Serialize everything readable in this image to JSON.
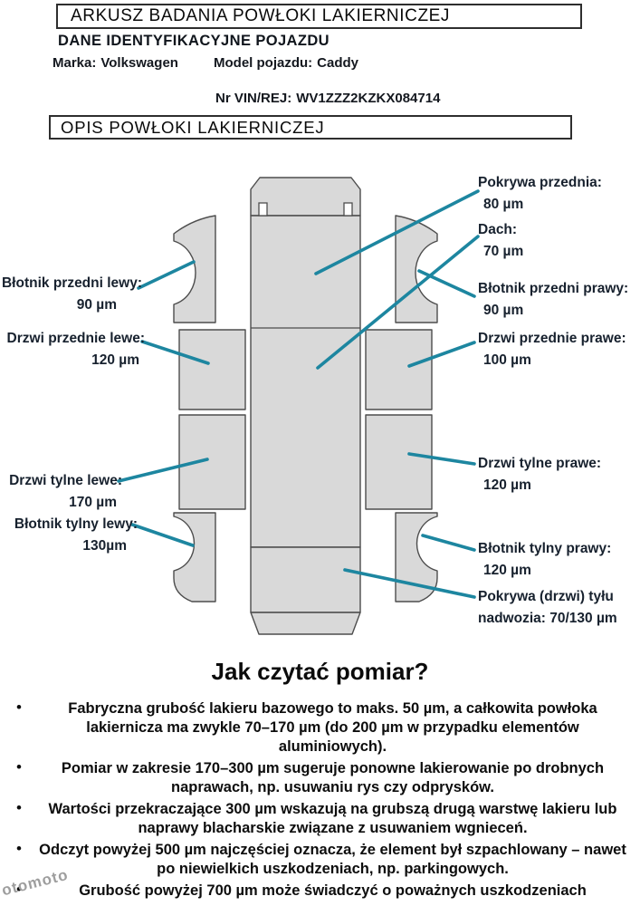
{
  "theme": {
    "accent": "#1d86a0",
    "part_fill": "#d9d9d9",
    "ink": "#17212e"
  },
  "header": {
    "title": "ARKUSZ BADANIA POWŁOKI LAKIERNICZEJ",
    "vehicle_section": "DANE IDENTYFIKACYJNE POJAZDU",
    "make_label": "Marka:",
    "make_value": "Volkswagen",
    "model_label": "Model pojazdu:",
    "model_value": "Caddy",
    "vin_label": "Nr VIN/REJ:",
    "vin_value": "WV1ZZZ2KZKX084714",
    "coating_section": "OPIS POWŁOKI LAKIERNICZEJ"
  },
  "diagram": {
    "labels": {
      "pokrywa_przednia": {
        "name": "Pokrywa przednia:",
        "value": "80 µm"
      },
      "dach": {
        "name": "Dach:",
        "value": "70 µm"
      },
      "blotnik_przedni_lewy": {
        "name": "Błotnik przedni lewy:",
        "value": "90 µm"
      },
      "blotnik_przedni_prawy": {
        "name": "Błotnik przedni prawy:",
        "value": "90 µm"
      },
      "drzwi_przednie_lewe": {
        "name": "Drzwi przednie lewe:",
        "value": "120 µm"
      },
      "drzwi_przednie_prawe": {
        "name": "Drzwi przednie prawe:",
        "value": "100 µm"
      },
      "drzwi_tylne_lewe": {
        "name": "Drzwi tylne lewe:",
        "value": "170 µm"
      },
      "drzwi_tylne_prawe": {
        "name": "Drzwi tylne prawe:",
        "value": "120 µm"
      },
      "blotnik_tylny_lewy": {
        "name": "Błotnik tylny lewy:",
        "value": "130µm"
      },
      "blotnik_tylny_prawy": {
        "name": "Błotnik tylny prawy:",
        "value": "120 µm"
      },
      "pokrywa_tylu": {
        "name": "Pokrywa (drzwi) tyłu",
        "value": "nadwozia: 70/130 µm"
      }
    }
  },
  "how_to": {
    "title": "Jak czytać pomiar?",
    "bullets": [
      "Fabryczna grubość lakieru bazowego to maks. 50 µm, a całkowita powłoka lakiernicza ma zwykle 70–170 µm (do 200 µm w przypadku elementów aluminiowych).",
      "Pomiar w zakresie 170–300 µm sugeruje ponowne lakierowanie po drobnych naprawach, np. usuwaniu rys czy odprysków.",
      "Wartości przekraczające 300 µm wskazują na grubszą drugą warstwę lakieru lub naprawy blacharskie związane z usuwaniem wgnieceń.",
      "Odczyt powyżej 500 µm najczęściej oznacza, że element był szpachlowany – nawet po niewielkich uszkodzeniach, np. parkingowych.",
      "Grubość powyżej 700 µm może świadczyć o poważnych uszkodzeniach"
    ]
  },
  "watermark": "otomoto"
}
